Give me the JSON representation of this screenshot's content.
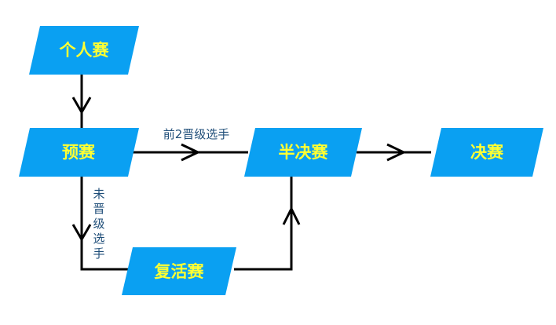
{
  "diagram": {
    "nodes": {
      "individual": "个人赛",
      "prelim": "预赛",
      "semifinal": "半决赛",
      "final": "决赛",
      "repechage": "复活赛"
    },
    "edges": {
      "top2_advance": "前2晋级选手",
      "not_advanced": "未晋级选手"
    },
    "colors": {
      "node_fill": "#0aa0f2",
      "node_text": "#ffff33",
      "edge_label": "#1f4e79",
      "line": "#000000"
    }
  }
}
